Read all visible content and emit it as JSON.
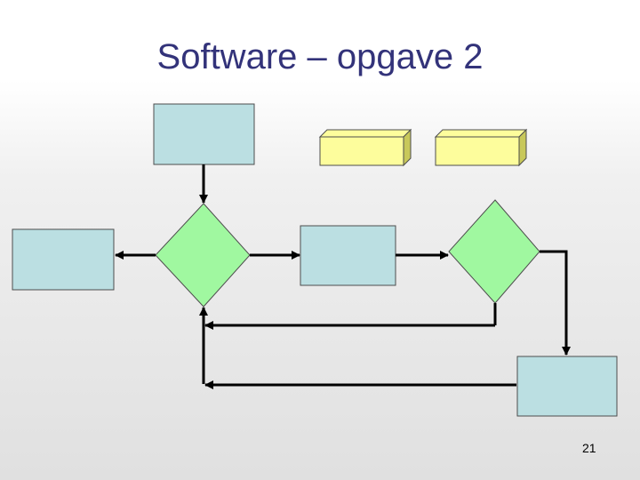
{
  "slide": {
    "title": "Software – opgave 2",
    "page_number": "21"
  },
  "colors": {
    "box_fill": "#bbdfe2",
    "decision_fill": "#a0f8a0",
    "data_fill": "#fdfd9c",
    "data_side": "#c8c85a",
    "outline": "#4d4d4d",
    "arrow": "#000000",
    "title": "#33337a"
  },
  "diagram": {
    "nodes": [
      {
        "id": "top-box",
        "shape": "process"
      },
      {
        "id": "left-box",
        "shape": "process"
      },
      {
        "id": "middle-box",
        "shape": "process"
      },
      {
        "id": "bottom-right-box",
        "shape": "process"
      },
      {
        "id": "left-decision",
        "shape": "decision"
      },
      {
        "id": "right-decision",
        "shape": "decision"
      },
      {
        "id": "data-block-1",
        "shape": "data"
      },
      {
        "id": "data-block-2",
        "shape": "data"
      }
    ]
  }
}
